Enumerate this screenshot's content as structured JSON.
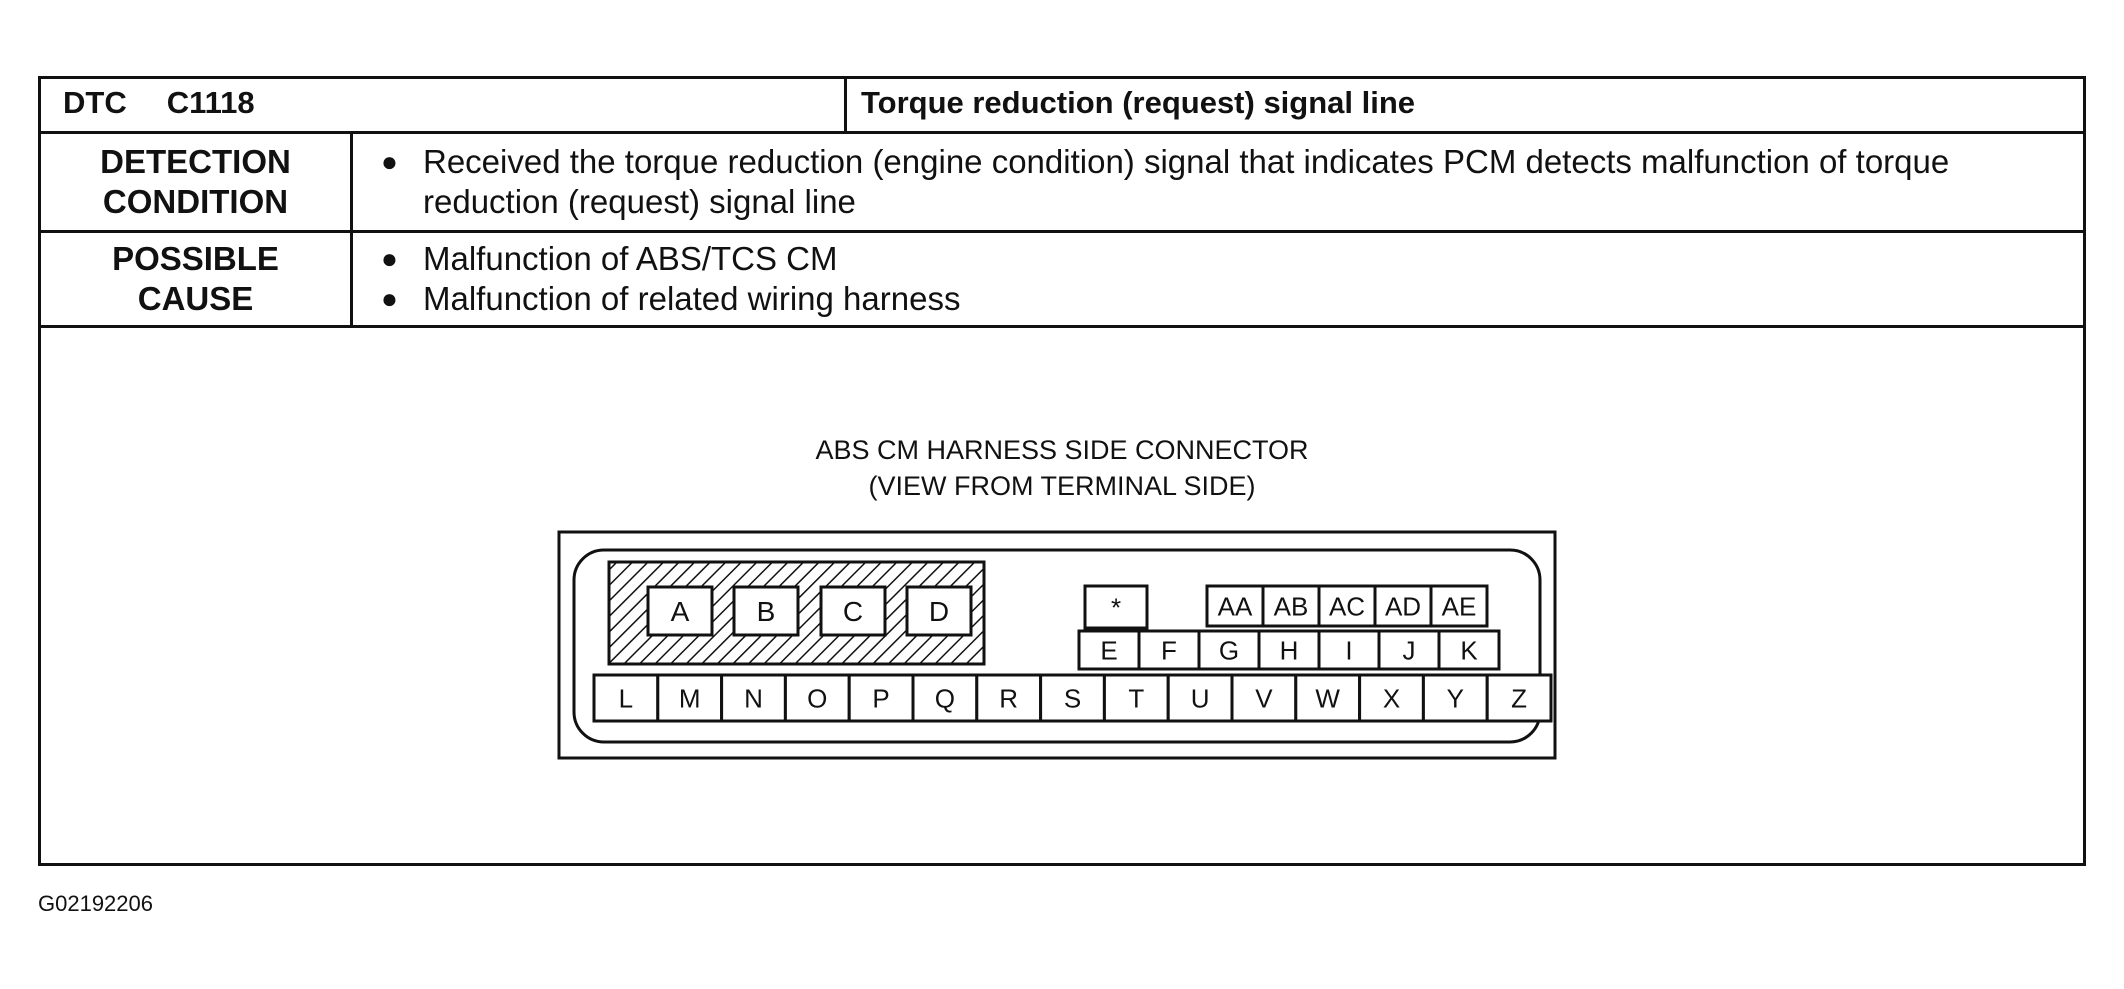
{
  "header": {
    "dtc_label": "DTC",
    "dtc_code": "C1118",
    "title": "Torque reduction (request) signal line"
  },
  "detection": {
    "label_line1": "DETECTION",
    "label_line2": "CONDITION",
    "items": [
      "Received the torque reduction (engine condition) signal that indicates PCM detects malfunction of torque reduction (request) signal line"
    ]
  },
  "cause": {
    "label_line1": "POSSIBLE",
    "label_line2": "CAUSE",
    "items": [
      "Malfunction of ABS/TCS CM",
      "Malfunction of related wiring harness"
    ]
  },
  "bullet": "●",
  "connector": {
    "caption_line1": "ABS CM HARNESS SIDE CONNECTOR",
    "caption_line2": "(VIEW FROM TERMINAL SIDE)",
    "large_terminals": [
      "A",
      "B",
      "C",
      "D"
    ],
    "star": "*",
    "row_top": [
      "AA",
      "AB",
      "AC",
      "AD",
      "AE"
    ],
    "row_mid": [
      "E",
      "F",
      "G",
      "H",
      "I",
      "J",
      "K"
    ],
    "row_bottom": [
      "L",
      "M",
      "N",
      "O",
      "P",
      "Q",
      "R",
      "S",
      "T",
      "U",
      "V",
      "W",
      "X",
      "Y",
      "Z"
    ]
  },
  "figure_id": "G02192206"
}
